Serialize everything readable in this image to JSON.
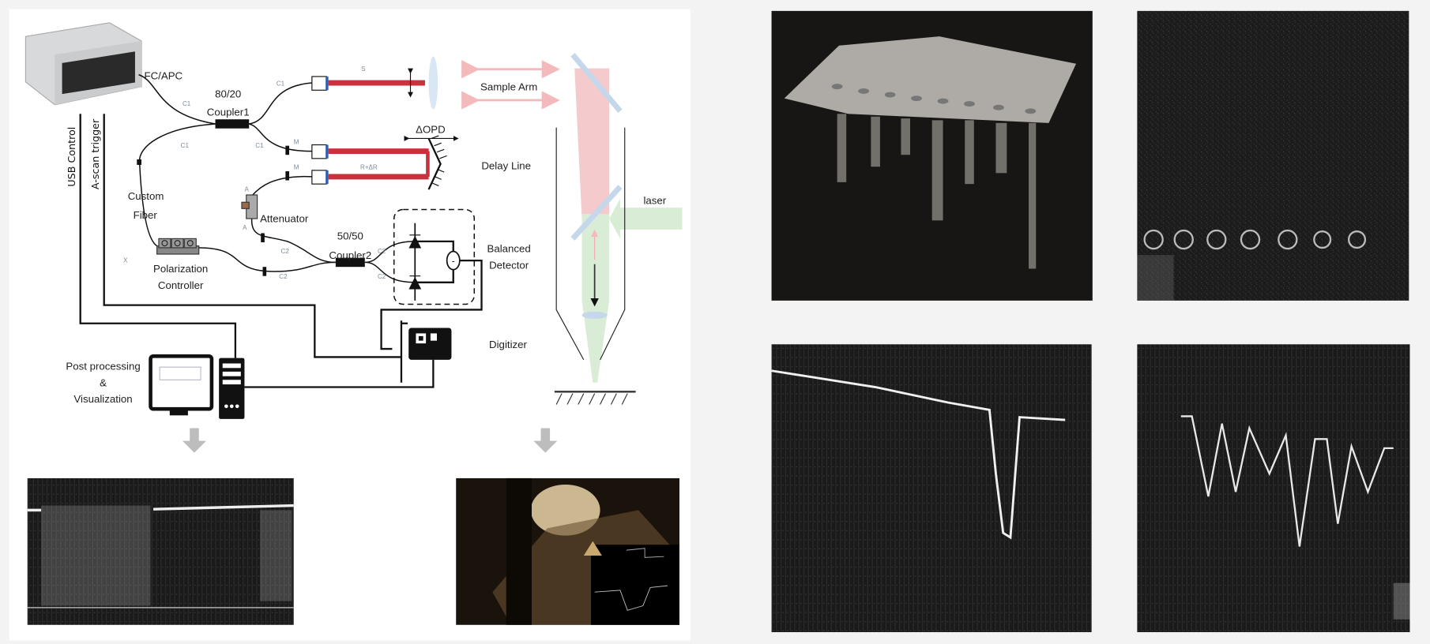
{
  "diagram": {
    "fc_apc": "FC/APC",
    "coupler1_ratio": "80/20",
    "coupler1_name": "Coupler1",
    "c1": "C1",
    "c2": "C2",
    "s": "S",
    "m": "M",
    "a": "A",
    "x": "X",
    "r_dr": "R+ΔR",
    "delta_opd": "ΔOPD",
    "sample_arm": "Sample Arm",
    "delay_line": "Delay Line",
    "attenuator": "Attenuator",
    "custom_fiber_1": "Custom",
    "custom_fiber_2": "Fiber",
    "polarization_1": "Polarization",
    "polarization_2": "Controller",
    "coupler2_ratio": "50/50",
    "coupler2_name": "Coupler2",
    "balanced_1": "Balanced",
    "balanced_2": "Detector",
    "digitizer": "Digitizer",
    "usb_control": "USB Control",
    "ascan_trigger": "A-scan trigger",
    "post_1": "Post processing",
    "post_2": "&",
    "post_3": "Visualization",
    "laser": "laser"
  },
  "colors": {
    "beam_red": "#c8323c",
    "sample_pink": "#f4c4c6",
    "laser_green": "#d9ecd6",
    "mirror_blue": "#c5d7ea",
    "arrow_gray": "#bdbdbd"
  }
}
